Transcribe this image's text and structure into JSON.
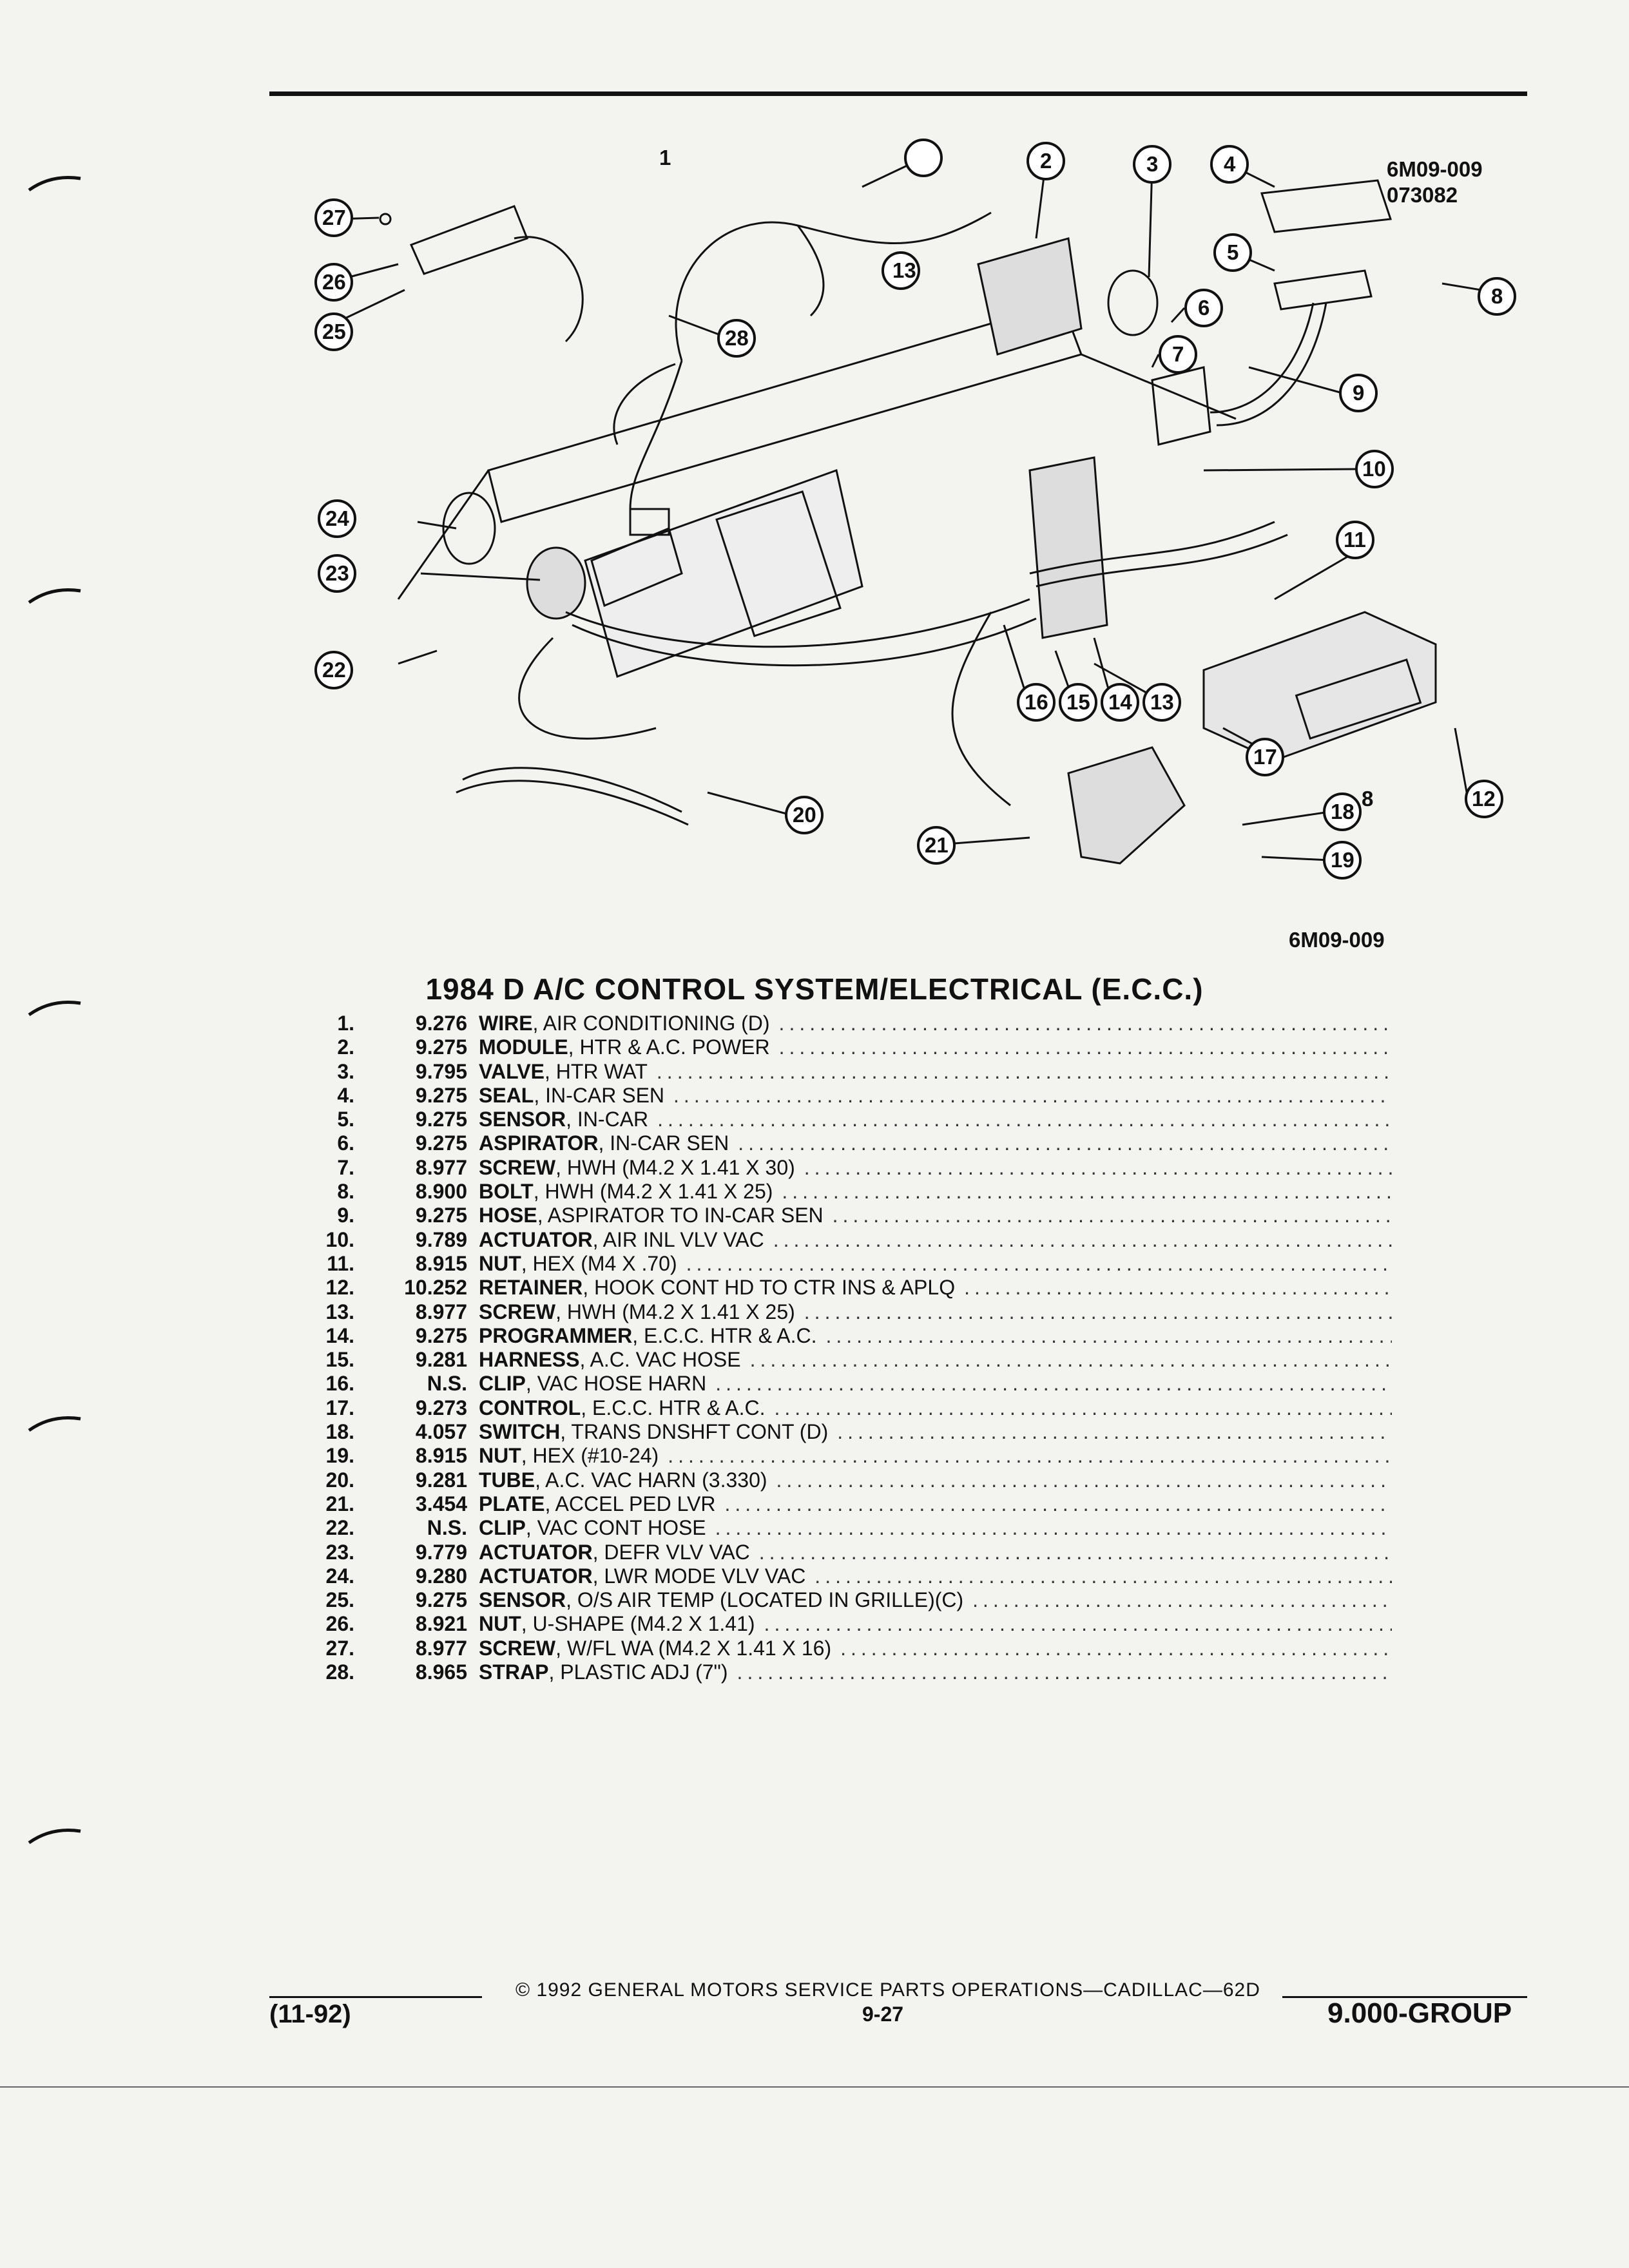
{
  "figure": {
    "code": "6M09-009",
    "number": "073082",
    "callouts": [
      "1",
      "2",
      "3",
      "4",
      "5",
      "6",
      "7",
      "8",
      "9",
      "10",
      "11",
      "12",
      "13",
      "14",
      "15",
      "16",
      "17",
      "18",
      "19",
      "20",
      "21",
      "22",
      "23",
      "24",
      "25",
      "26",
      "27",
      "28"
    ]
  },
  "title": "1984 D A/C CONTROL SYSTEM/ELECTRICAL (E.C.C.)",
  "parts": [
    {
      "num": "1.",
      "group": "9.276",
      "name": "WIRE",
      "desc": ", AIR CONDITIONING (D)"
    },
    {
      "num": "2.",
      "group": "9.275",
      "name": "MODULE",
      "desc": ", HTR & A.C. POWER"
    },
    {
      "num": "3.",
      "group": "9.795",
      "name": "VALVE",
      "desc": ", HTR WAT"
    },
    {
      "num": "4.",
      "group": "9.275",
      "name": "SEAL",
      "desc": ", IN-CAR SEN"
    },
    {
      "num": "5.",
      "group": "9.275",
      "name": "SENSOR",
      "desc": ", IN-CAR"
    },
    {
      "num": "6.",
      "group": "9.275",
      "name": "ASPIRATOR",
      "desc": ", IN-CAR SEN"
    },
    {
      "num": "7.",
      "group": "8.977",
      "name": "SCREW",
      "desc": ", HWH (M4.2 X 1.41 X 30)"
    },
    {
      "num": "8.",
      "group": "8.900",
      "name": "BOLT",
      "desc": ", HWH (M4.2 X 1.41 X 25)"
    },
    {
      "num": "9.",
      "group": "9.275",
      "name": "HOSE",
      "desc": ", ASPIRATOR TO IN-CAR SEN"
    },
    {
      "num": "10.",
      "group": "9.789",
      "name": "ACTUATOR",
      "desc": ", AIR INL VLV VAC"
    },
    {
      "num": "11.",
      "group": "8.915",
      "name": "NUT",
      "desc": ", HEX (M4 X .70)"
    },
    {
      "num": "12.",
      "group": "10.252",
      "name": "RETAINER",
      "desc": ", HOOK CONT HD TO CTR INS & APLQ"
    },
    {
      "num": "13.",
      "group": "8.977",
      "name": "SCREW",
      "desc": ", HWH (M4.2 X 1.41 X 25)"
    },
    {
      "num": "14.",
      "group": "9.275",
      "name": "PROGRAMMER",
      "desc": ", E.C.C. HTR & A.C."
    },
    {
      "num": "15.",
      "group": "9.281",
      "name": "HARNESS",
      "desc": ", A.C. VAC HOSE"
    },
    {
      "num": "16.",
      "group": "N.S.",
      "name": "CLIP",
      "desc": ", VAC HOSE HARN"
    },
    {
      "num": "17.",
      "group": "9.273",
      "name": "CONTROL",
      "desc": ", E.C.C. HTR & A.C."
    },
    {
      "num": "18.",
      "group": "4.057",
      "name": "SWITCH",
      "desc": ", TRANS DNSHFT CONT (D)"
    },
    {
      "num": "19.",
      "group": "8.915",
      "name": "NUT",
      "desc": ", HEX (#10-24)"
    },
    {
      "num": "20.",
      "group": "9.281",
      "name": "TUBE",
      "desc": ", A.C. VAC HARN (3.330)"
    },
    {
      "num": "21.",
      "group": "3.454",
      "name": "PLATE",
      "desc": ", ACCEL PED LVR"
    },
    {
      "num": "22.",
      "group": "N.S.",
      "name": "CLIP",
      "desc": ", VAC CONT HOSE"
    },
    {
      "num": "23.",
      "group": "9.779",
      "name": "ACTUATOR",
      "desc": ", DEFR VLV VAC"
    },
    {
      "num": "24.",
      "group": "9.280",
      "name": "ACTUATOR",
      "desc": ", LWR MODE VLV VAC"
    },
    {
      "num": "25.",
      "group": "9.275",
      "name": "SENSOR",
      "desc": ", O/S AIR TEMP (LOCATED IN GRILLE)(C)"
    },
    {
      "num": "26.",
      "group": "8.921",
      "name": "NUT",
      "desc": ", U-SHAPE (M4.2 X 1.41)"
    },
    {
      "num": "27.",
      "group": "8.977",
      "name": "SCREW",
      "desc": ", W/FL WA (M4.2 X 1.41 X 16)"
    },
    {
      "num": "28.",
      "group": "8.965",
      "name": "STRAP",
      "desc": ", PLASTIC ADJ (7\")"
    }
  ],
  "footer": {
    "copyright": "© 1992 GENERAL MOTORS SERVICE PARTS OPERATIONS—CADILLAC—62D",
    "date": "(11-92)",
    "page": "9-27",
    "group": "9.000-GROUP"
  }
}
